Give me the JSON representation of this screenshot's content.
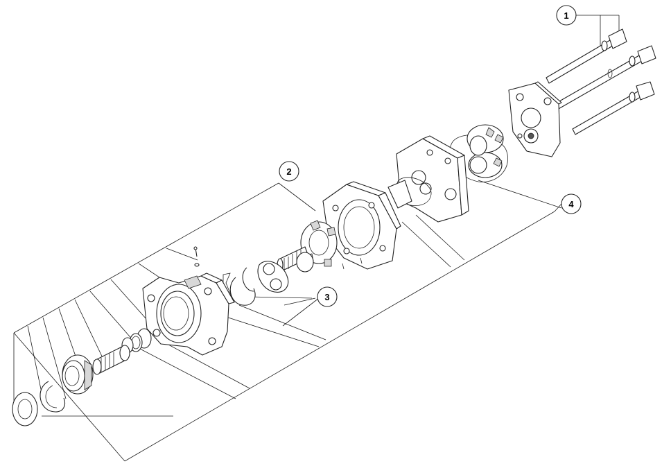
{
  "callouts": [
    {
      "id": "1",
      "label": "1"
    },
    {
      "id": "2",
      "label": "2"
    },
    {
      "id": "3",
      "label": "3"
    },
    {
      "id": "4",
      "label": "4"
    }
  ],
  "colors": {
    "line": "#222222",
    "background": "#ffffff",
    "shade": "#d8d8d8"
  }
}
